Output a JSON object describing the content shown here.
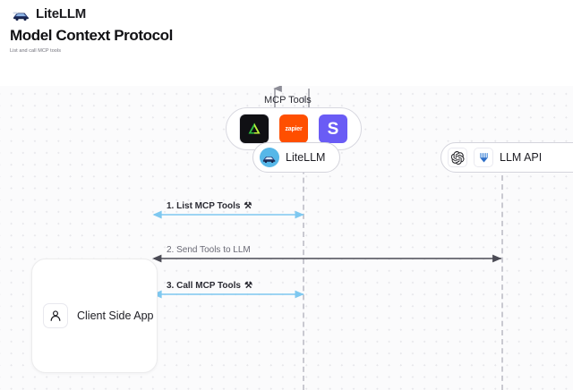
{
  "header": {
    "brand": "LiteLLM",
    "brand_logo_icon": "litellm-logo-icon",
    "title": "Model Context Protocol",
    "subtitle": "List and call MCP tools"
  },
  "diagram": {
    "mcp_group": {
      "label": "MCP Tools",
      "tools": [
        {
          "name": "dark-triangle-tool",
          "letter": "",
          "bg": "#101014",
          "fg": "#a8e63c"
        },
        {
          "name": "zapier-tool",
          "letter": "zapier",
          "bg": "#ff4f00",
          "fg": "#ffffff"
        },
        {
          "name": "slack-s-tool",
          "letter": "S",
          "bg": "#6a5cf5",
          "fg": "#ffffff"
        }
      ]
    },
    "nodes": [
      {
        "name": "litellm-node",
        "label": "LiteLLM",
        "icon": "litellm-avatar-icon"
      },
      {
        "name": "llm-api-node",
        "label": "LLM API",
        "icons": [
          "openai-icon",
          "langchain-icon"
        ]
      }
    ],
    "client": {
      "label": "Client Side App",
      "icon": "user-icon"
    },
    "flows": [
      {
        "name": "flow-list-mcp-tools",
        "label": "1. List MCP Tools",
        "glyph": "⚒",
        "color": "#7ec8f0",
        "style": "bidirectional"
      },
      {
        "name": "flow-send-tools-to-llm",
        "label": "2. Send Tools to LLM",
        "glyph": "",
        "color": "#4b4b55",
        "style": "bidirectional"
      },
      {
        "name": "flow-call-mcp-tools",
        "label": "3. Call MCP Tools",
        "glyph": "⚒",
        "color": "#7ec8f0",
        "style": "bidirectional"
      }
    ]
  },
  "colors": {
    "accent_blue": "#7ec8f0",
    "dark_arrow": "#4b4b55",
    "lifeline": "#c9c9d1",
    "canvas_bg": "#fbfbfc"
  }
}
